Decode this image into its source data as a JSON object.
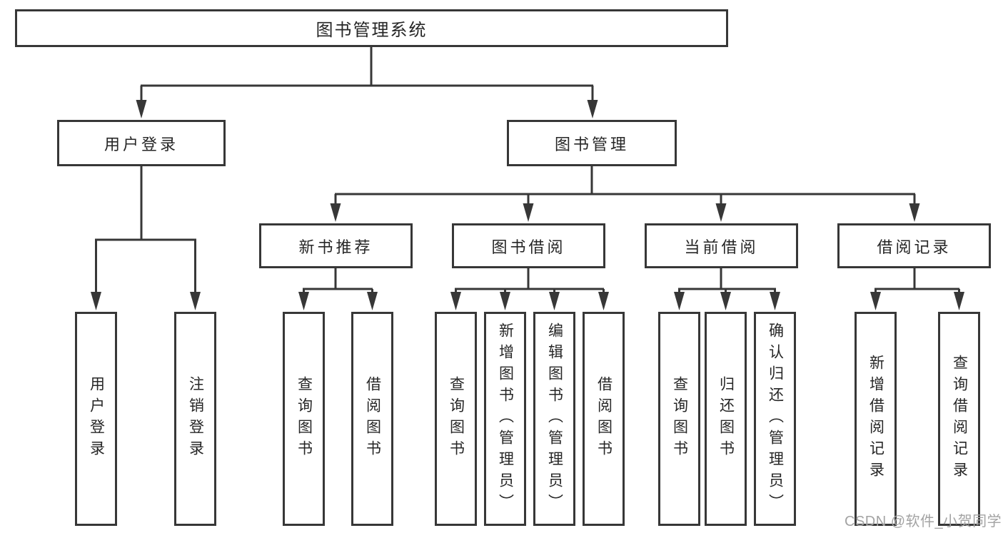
{
  "diagram": {
    "root": {
      "label": "图书管理系统"
    },
    "level2": [
      {
        "label": "用户登录"
      },
      {
        "label": "图书管理"
      }
    ],
    "level3": [
      {
        "label": "新书推荐"
      },
      {
        "label": "图书借阅"
      },
      {
        "label": "当前借阅"
      },
      {
        "label": "借阅记录"
      }
    ],
    "leaves": [
      {
        "label": "用户登录"
      },
      {
        "label": "注销登录"
      },
      {
        "label": "查询图书"
      },
      {
        "label": "借阅图书"
      },
      {
        "label": "查询图书"
      },
      {
        "label": "新增图书（管理员）"
      },
      {
        "label": "编辑图书（管理员）"
      },
      {
        "label": "借阅图书"
      },
      {
        "label": "查询图书"
      },
      {
        "label": "归还图书"
      },
      {
        "label": "确认归还（管理员）"
      },
      {
        "label": "新增借阅记录"
      },
      {
        "label": "查询借阅记录"
      }
    ],
    "watermark": "CSDN @软件_小贺同学",
    "colors": {
      "line": "#373737",
      "text": "#262626",
      "watermark": "#a3a3a3",
      "background": "#ffffff"
    }
  }
}
